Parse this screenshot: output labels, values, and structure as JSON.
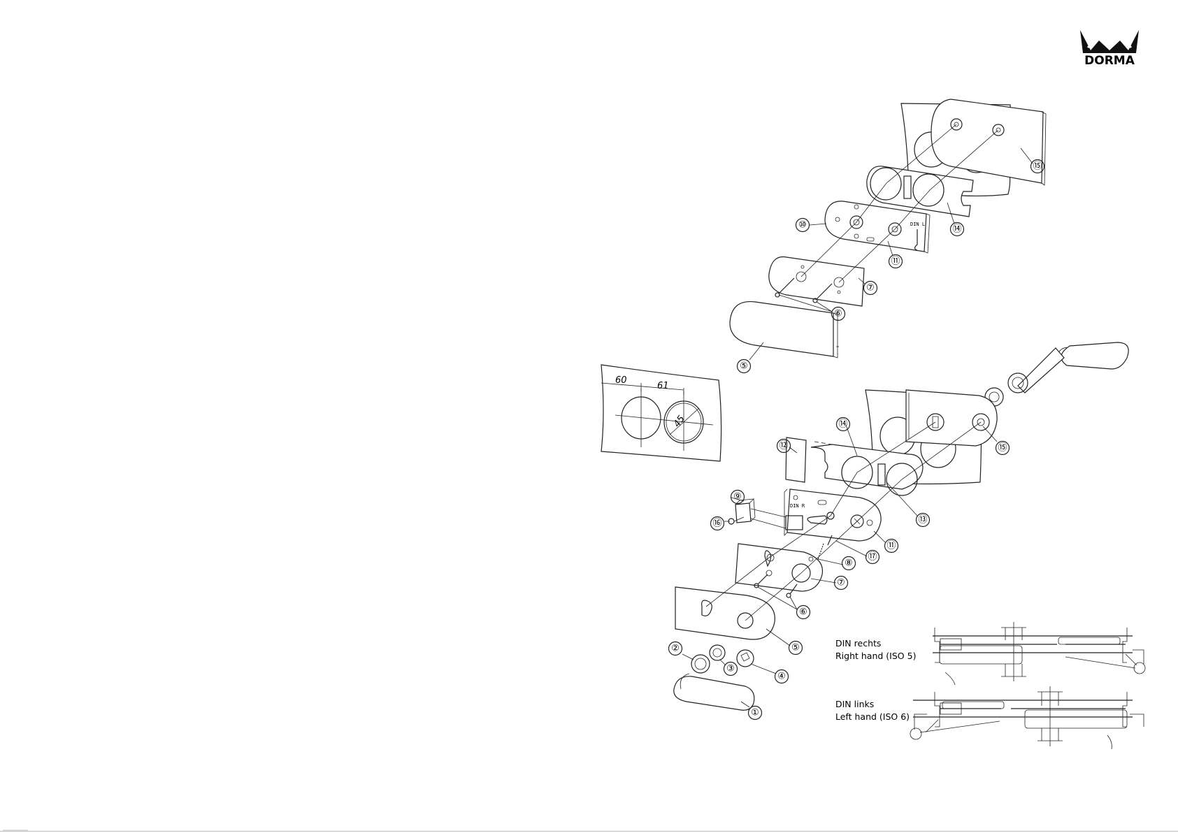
{
  "brand": {
    "name": "DORMA"
  },
  "template_dimensions": {
    "dim1": "60",
    "dim2": "61",
    "dim3": "45"
  },
  "callouts": {
    "top": [
      "⑮",
      "⑭",
      "⑩",
      "⑪",
      "⑦",
      "⑥",
      "⑤"
    ],
    "bottom": [
      "⑭",
      "⑮",
      "⑫",
      "⑬",
      "⑨",
      "⑯",
      "⑪",
      "⑰",
      "⑧",
      "⑦",
      "⑥",
      "⑤",
      "②",
      "③",
      "④",
      "①"
    ]
  },
  "stamps": {
    "din_l": "DIN L",
    "din_r": "DIN R"
  },
  "handing": {
    "right": {
      "line1": "DIN rechts",
      "line2": "Right hand (ISO 5)"
    },
    "left": {
      "line1": "DIN links",
      "line2": "Left hand (ISO 6)"
    }
  }
}
